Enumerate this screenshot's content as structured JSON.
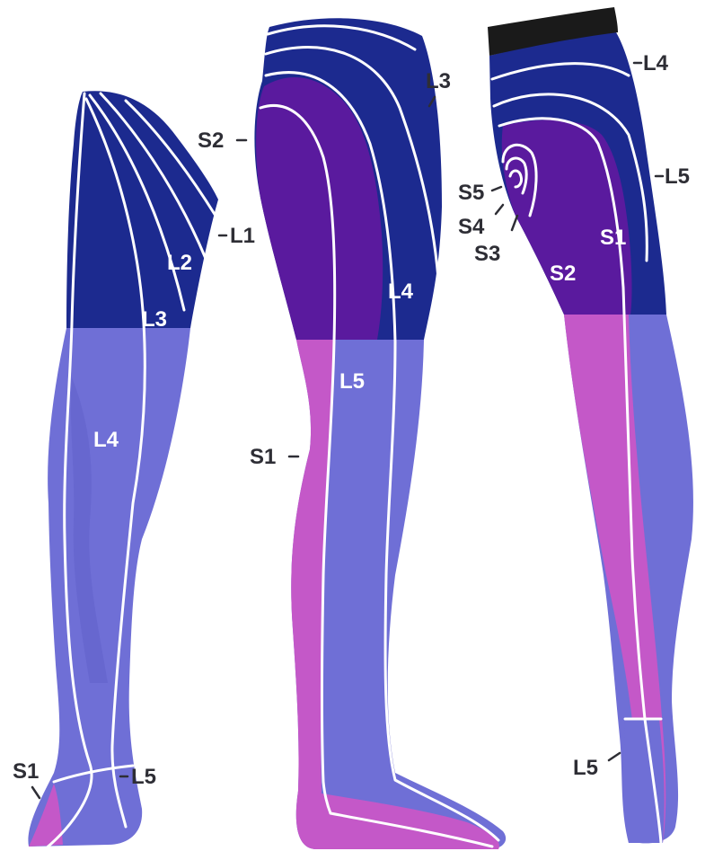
{
  "colors": {
    "dark_blue": "#1c2a8f",
    "purple": "#5a1a9e",
    "periwinkle": "#6f6fd6",
    "magenta": "#c458c8",
    "black": "#1a1a1a",
    "boundary": "#ffffff",
    "label_dark": "#2e2e35"
  },
  "views": [
    {
      "view": "anterior-leg",
      "inner_labels": [
        "L2",
        "L3",
        "L4"
      ],
      "outer_labels": [
        "L1",
        "S1",
        "L5"
      ]
    },
    {
      "view": "lateral-leg",
      "inner_labels": [
        "L4",
        "L5"
      ],
      "outer_labels": [
        "L3",
        "S2",
        "S1"
      ]
    },
    {
      "view": "posterior-leg",
      "inner_labels": [
        "S1",
        "S2"
      ],
      "outer_labels": [
        "L4",
        "L5",
        "S5",
        "S4",
        "S3",
        "L5"
      ]
    }
  ]
}
